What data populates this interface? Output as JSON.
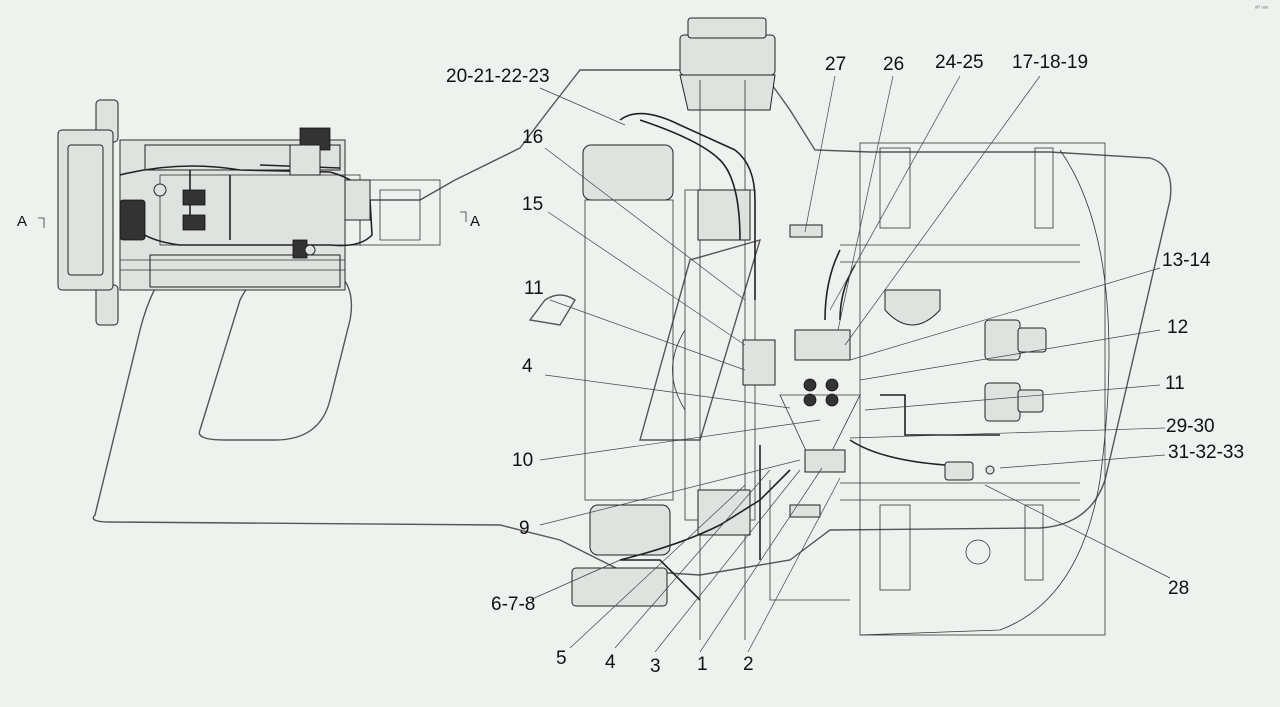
{
  "watermark": "OPL",
  "corner_mark": "ᵒᴾ ᵒᵒᵒ",
  "section": {
    "left": "A",
    "right": "A"
  },
  "callouts": [
    "20-21-22-23",
    "27",
    "26",
    "24-25",
    "17-18-19",
    "16",
    "15",
    "11",
    "4",
    "10",
    "9",
    "6-7-8",
    "5",
    "4",
    "3",
    "1",
    "2",
    "13-14",
    "12",
    "11",
    "29-30",
    "31-32-33",
    "28"
  ]
}
